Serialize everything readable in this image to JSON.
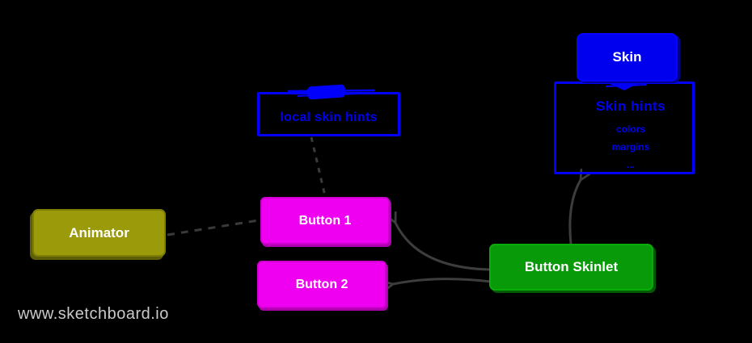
{
  "canvas": {
    "background": "#000000",
    "watermark": "www.sketchboard.io"
  },
  "nodes": {
    "skin": {
      "label": "Skin",
      "fill": "#0000EE",
      "text_color": "#FFFFFF"
    },
    "skin_hints": {
      "title": "Skin hints",
      "items": [
        "colors",
        "margins",
        "..."
      ],
      "border_color": "#0000FB",
      "text_color": "#0000F0"
    },
    "local_skin_hints": {
      "label": "local skin hints",
      "border_color": "#0000FB",
      "text_color": "#0000F0"
    },
    "animator": {
      "label": "Animator",
      "fill": "#9A9A0A",
      "text_color": "#FFFFFF"
    },
    "button1": {
      "label": "Button 1",
      "fill": "#F000F0",
      "text_color": "#FFFFFF"
    },
    "button2": {
      "label": "Button 2",
      "fill": "#F000F0",
      "text_color": "#FFFFFF"
    },
    "button_skinlet": {
      "label": "Button Skinlet",
      "fill": "#089A08",
      "text_color": "#FFFFFF"
    }
  },
  "connectors": {
    "arrow_color": "#3D3D3D",
    "note_anchor_color": "#0000FB",
    "edges": [
      {
        "from": "animator",
        "to": "button1",
        "style": "dashed",
        "arrowhead": false
      },
      {
        "from": "local_skin_hints",
        "to": "button1",
        "style": "dashed",
        "arrowhead": false
      },
      {
        "from": "button_skinlet",
        "to": "button1",
        "style": "solid-curved",
        "arrowhead": true
      },
      {
        "from": "button_skinlet",
        "to": "button2",
        "style": "solid-curved",
        "arrowhead": true
      },
      {
        "from": "button_skinlet",
        "to": "skin_hints",
        "style": "solid-curved",
        "arrowhead": true
      },
      {
        "from": "skin",
        "to": "skin_hints",
        "style": "scribble-anchor",
        "arrowhead": false
      }
    ]
  }
}
